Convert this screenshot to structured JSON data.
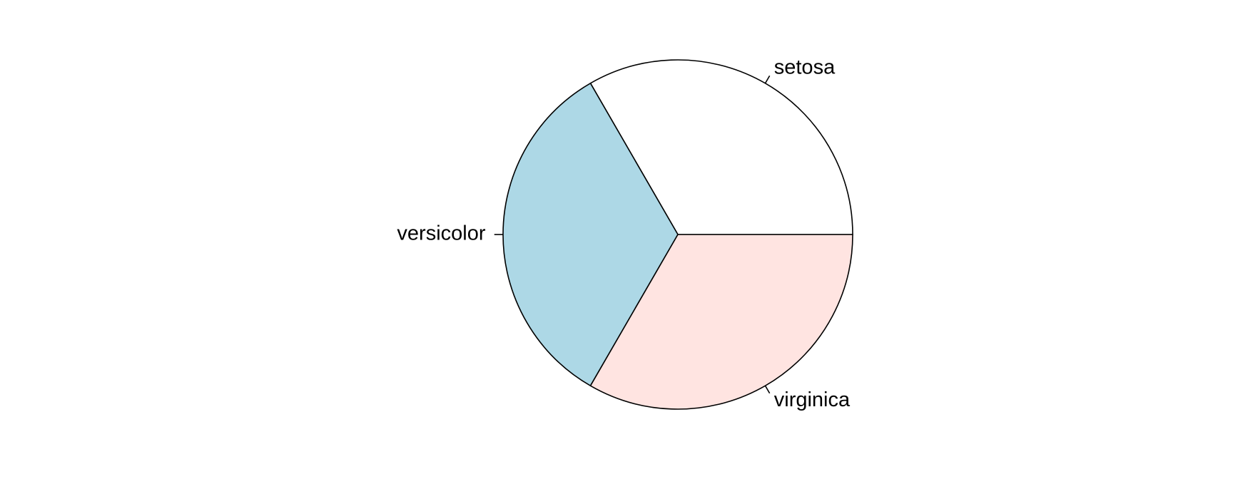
{
  "chart_data": {
    "type": "pie",
    "start_angle_deg": 0,
    "direction": "counterclockwise",
    "slices": [
      {
        "label": "setosa",
        "value": 50,
        "color": "#FFFFFF"
      },
      {
        "label": "versicolor",
        "value": 50,
        "color": "#ADD8E6"
      },
      {
        "label": "virginica",
        "value": 50,
        "color": "#FFE4E1"
      }
    ],
    "border_color": "#000000"
  }
}
